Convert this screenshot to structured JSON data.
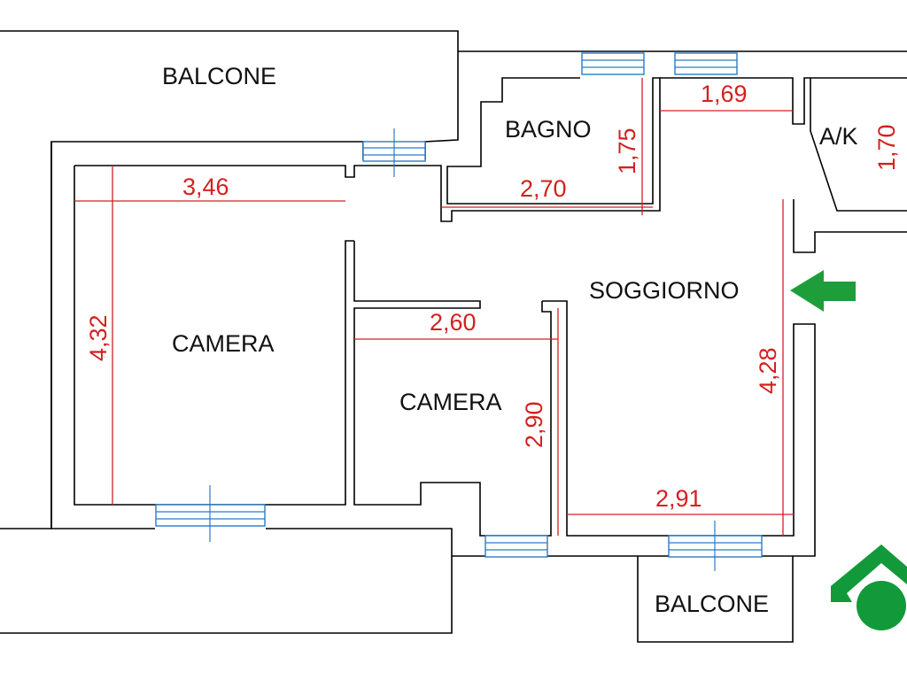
{
  "rooms": {
    "balcone_top": "BALCONE",
    "bagno": "BAGNO",
    "ak": "A/K",
    "soggiorno": "SOGGIORNO",
    "camera_left": "CAMERA",
    "camera_mid": "CAMERA",
    "balcone_bottom": "BALCONE"
  },
  "dimensions": {
    "camera_left_width": "3,46",
    "camera_left_height": "4,32",
    "bagno_height": "1,75",
    "bagno_width": "2,70",
    "ak_top_width": "1,69",
    "ak_height": "1,70",
    "camera_mid_width": "2,60",
    "camera_mid_height": "2,90",
    "soggiorno_height": "4,28",
    "soggiorno_width": "2,91"
  },
  "icons": {
    "entrance": "entrance-arrow-icon",
    "logo": "agency-logo-icon"
  },
  "colors": {
    "dimension": "#d42020",
    "window": "#2a7bc8",
    "arrow": "#1e9e3a",
    "logo": "#129a3a"
  }
}
